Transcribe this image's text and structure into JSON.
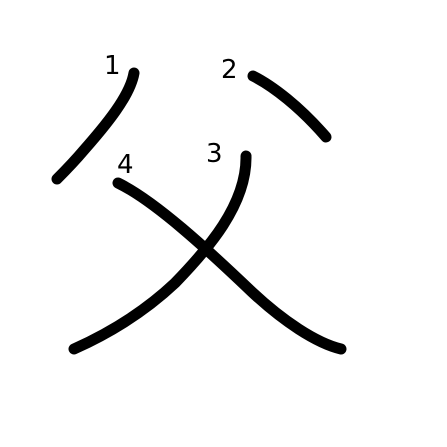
{
  "character": "父",
  "colors": {
    "background": "#ffffff",
    "stroke": "#000000"
  },
  "strokes": [
    {
      "order": "1",
      "label": "1"
    },
    {
      "order": "2",
      "label": "2"
    },
    {
      "order": "3",
      "label": "3"
    },
    {
      "order": "4",
      "label": "4"
    }
  ]
}
